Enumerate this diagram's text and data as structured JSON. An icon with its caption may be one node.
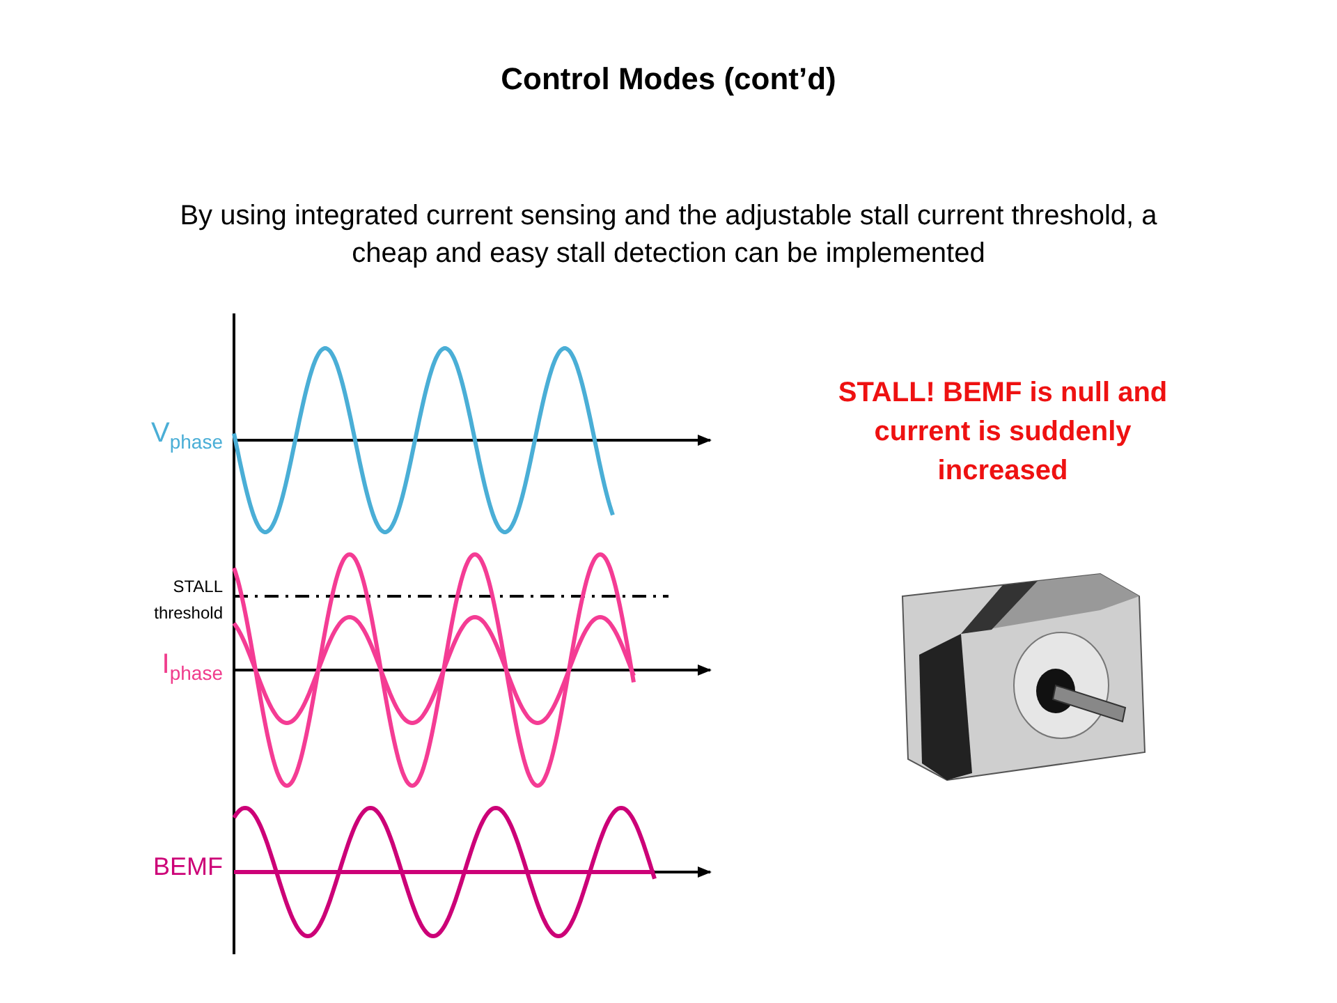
{
  "diagram": {
    "title": "Control Modes (cont’d)",
    "labels": [
      "By using integrated current sensing and the adjustable stall current threshold, a cheap and easy stall detection can be implemented",
      "V$_{phase}$",
      "STALL threshold",
      "I$_{phase}$",
      "BEMF",
      "STALL! BEMF is null and current is suddenly increased"
    ]
  }
}
